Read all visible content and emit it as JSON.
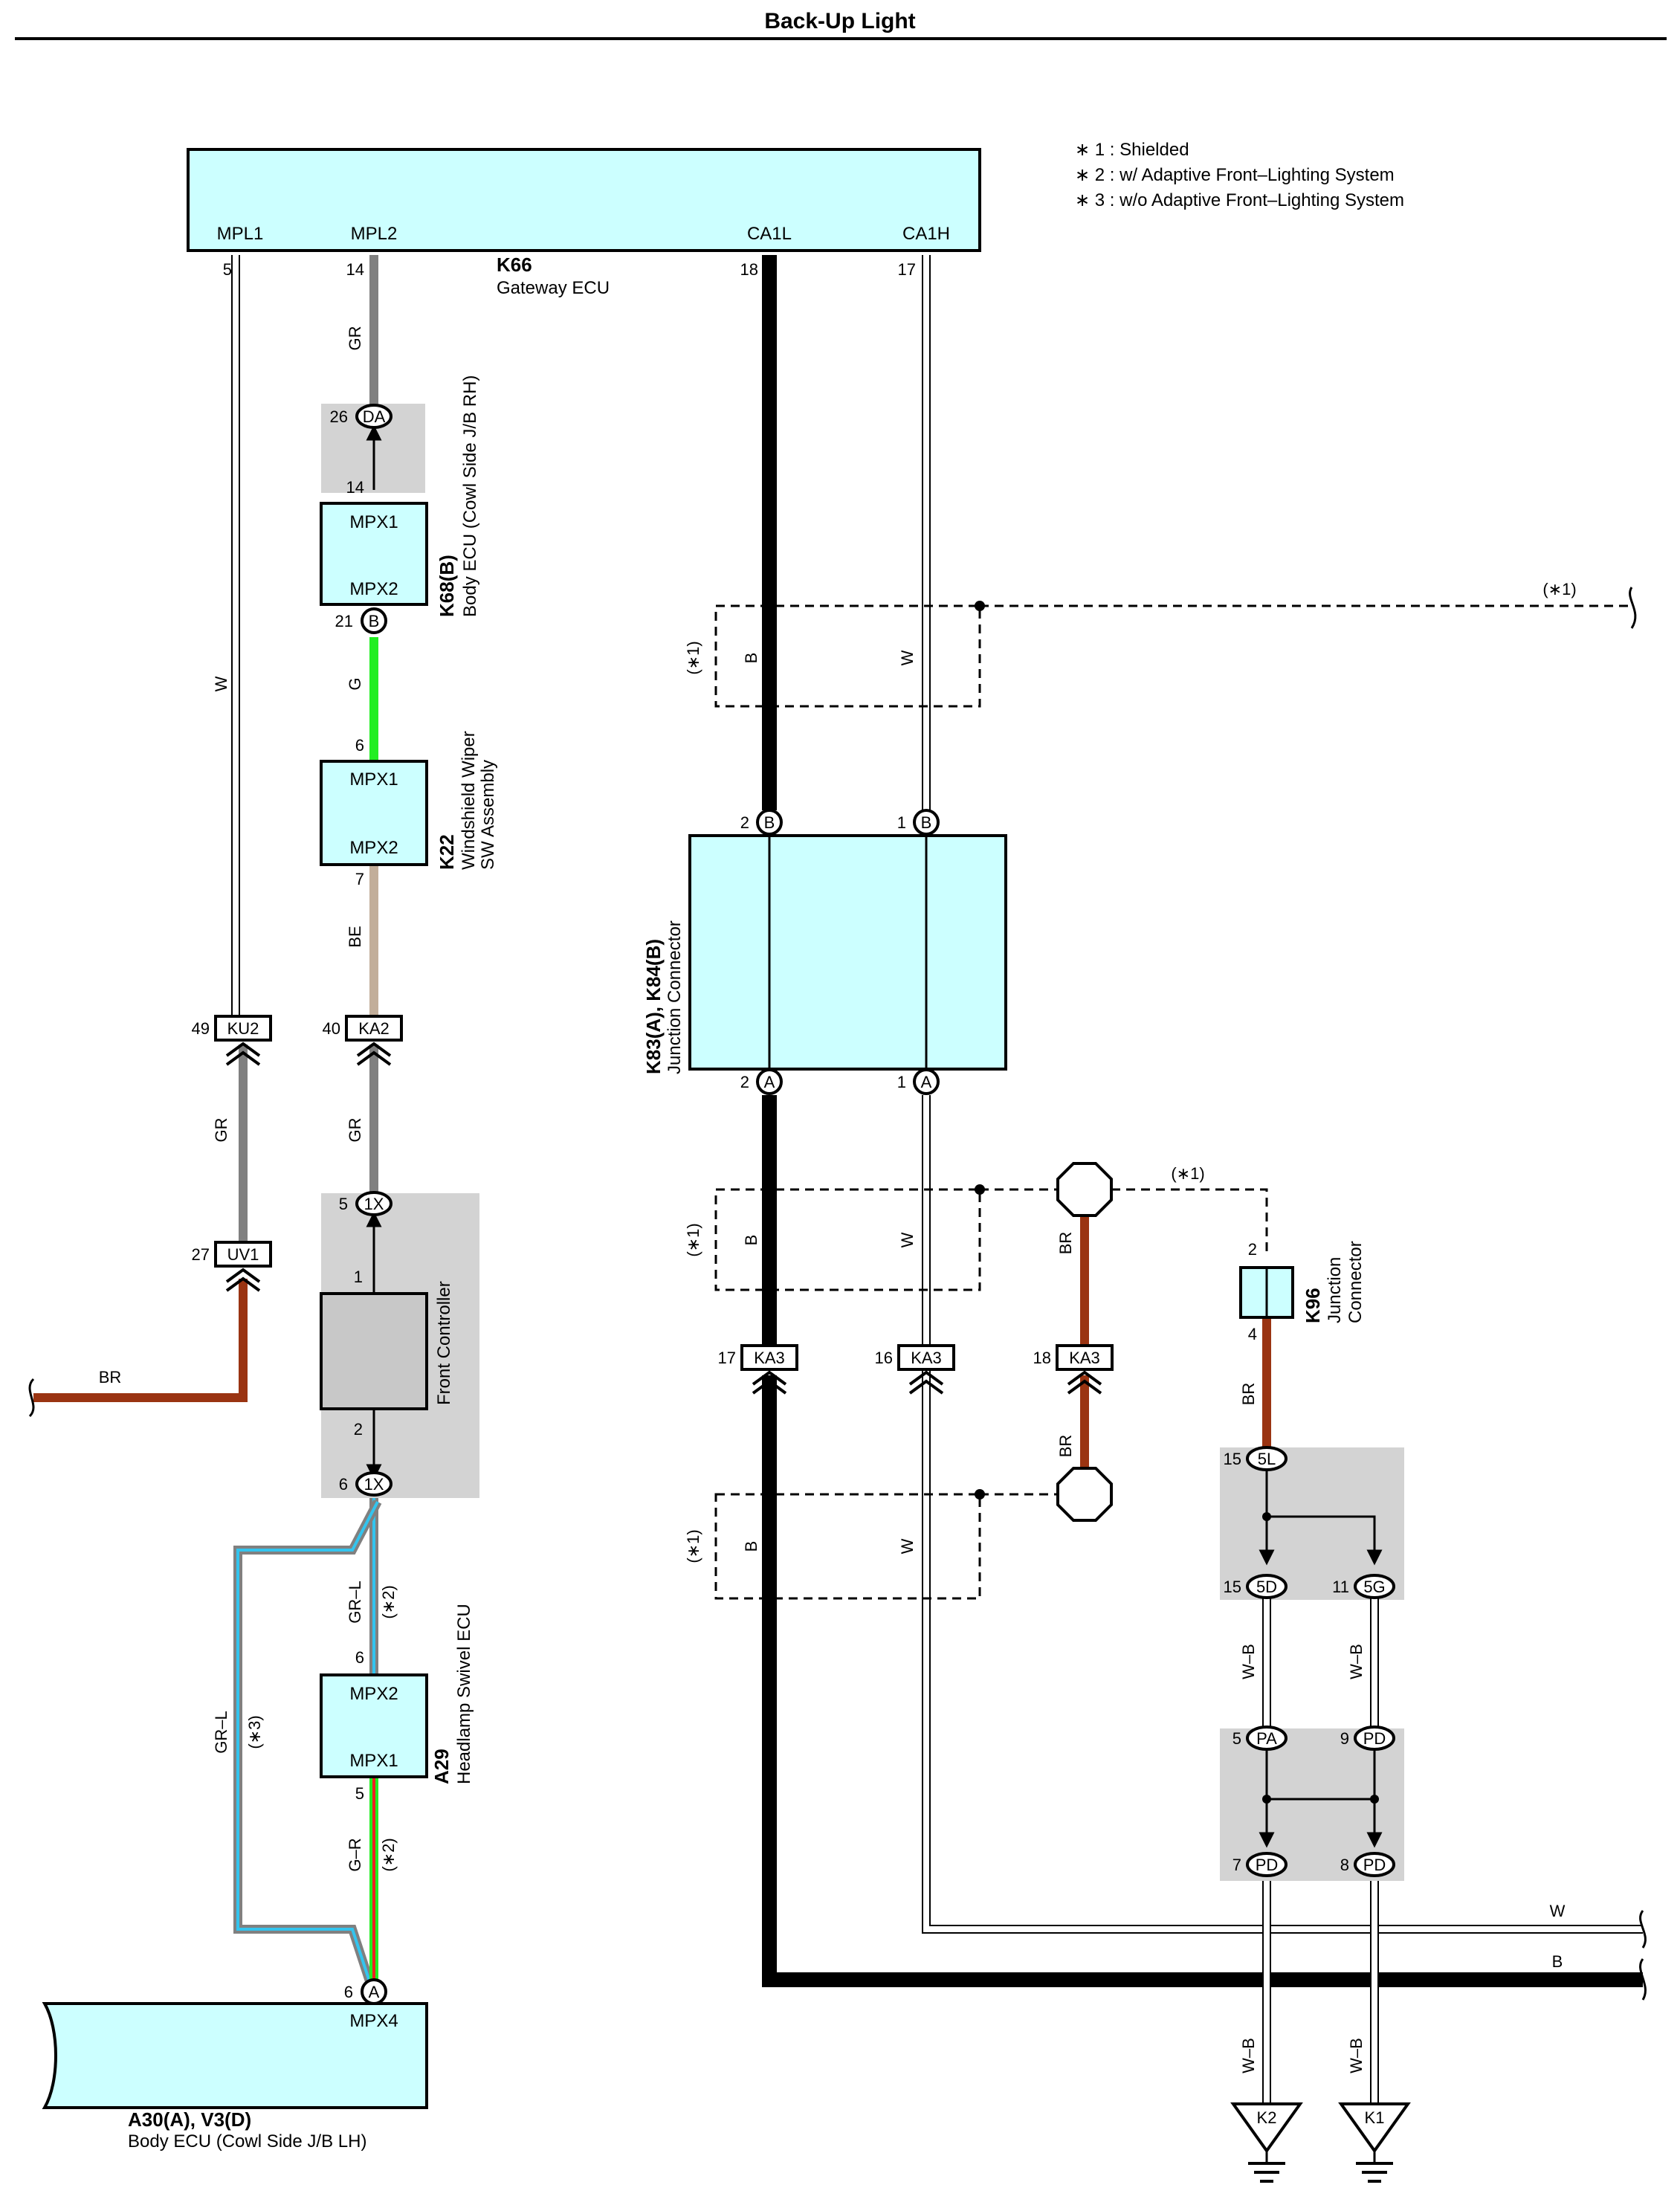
{
  "title": "Back-Up Light",
  "notes": [
    "∗ 1 : Shielded",
    "∗ 2 : w/ Adaptive Front–Lighting System",
    "∗ 3 : w/o Adaptive Front–Lighting System"
  ],
  "gateway": {
    "code": "K66",
    "name": "Gateway ECU",
    "pins": [
      "MPL1",
      "MPL2",
      "CA1L",
      "CA1H"
    ],
    "pin_numbers": [
      "5",
      "14",
      "18",
      "17"
    ]
  },
  "body_ecu_rh": {
    "code": "K68(B)",
    "name": "Body ECU (Cowl Side J/B RH)",
    "in_pin": "MPX1",
    "out_pin": "MPX2",
    "pin_in_no": "14",
    "pin_out_no": "21",
    "conn_top": "DA",
    "conn_top_no": "26",
    "conn_bottom": "B"
  },
  "wiper": {
    "code": "K22",
    "name_line1": "Windshield Wiper",
    "name_line2": "SW Assembly",
    "in_pin": "MPX1",
    "out_pin": "MPX2",
    "pin_in_no": "6",
    "pin_out_no": "7"
  },
  "front_controller": {
    "name": "Front Controller",
    "conn": "1X",
    "pin_top": "5",
    "pin_bottom": "6",
    "inner_top": "1",
    "inner_bottom": "2"
  },
  "headlamp": {
    "code": "A29",
    "name": "Headlamp Swivel ECU",
    "pin_top": "MPX2",
    "pin_bottom": "MPX1",
    "pin_top_no": "6",
    "pin_bottom_no": "5"
  },
  "body_ecu_lh": {
    "code": "A30(A), V3(D)",
    "name": "Body ECU (Cowl Side J/B LH)",
    "pin": "MPX4",
    "pin_no": "6",
    "conn": "A"
  },
  "junction_k83": {
    "code": "K83(A), K84(B)",
    "name": "Junction Connector",
    "top_conn": "B",
    "bottom_conn": "A",
    "pin_left": "2",
    "pin_right": "1"
  },
  "junction_k96": {
    "code": "K96",
    "name_line1": "Junction",
    "name_line2": "Connector",
    "pin_top": "2",
    "pin_bottom": "4"
  },
  "connectors": {
    "ku2": "KU2",
    "ku2_no": "49",
    "ka2": "KA2",
    "ka2_no": "40",
    "uv1": "UV1",
    "uv1_no": "27",
    "ka3": "KA3",
    "ka3_no_1": "17",
    "ka3_no_2": "16",
    "ka3_no_3": "18",
    "c5l": "5L",
    "c5l_no": "15",
    "c5d": "5D",
    "c5d_no": "15",
    "c5g": "5G",
    "c5g_no": "11",
    "cpa": "PA",
    "cpa_no": "5",
    "cpd": "PD",
    "cpd_no_1": "9",
    "cpd_no_2": "7",
    "cpd_no_3": "8"
  },
  "grounds": {
    "k2": "K2",
    "k1": "K1"
  },
  "wires": {
    "gr": "GR",
    "g": "G",
    "be": "BE",
    "w": "W",
    "br": "BR",
    "b": "B",
    "gr_l": "GR–L",
    "g_r": "G–R",
    "w_b": "W–B"
  },
  "marks": {
    "s1": "(∗1)",
    "s2": "(∗2)",
    "s3": "(∗3)"
  },
  "colors": {
    "ecu_fill": "#ccffff",
    "shade": "#d3d3d3",
    "wire_gr": "#808080",
    "wire_g": "#22ee22",
    "wire_be": "#c2ae9a",
    "wire_br": "#9a3412",
    "wire_l": "#33c4ee",
    "wire_r": "#ee2222",
    "wire_b": "#000000"
  }
}
